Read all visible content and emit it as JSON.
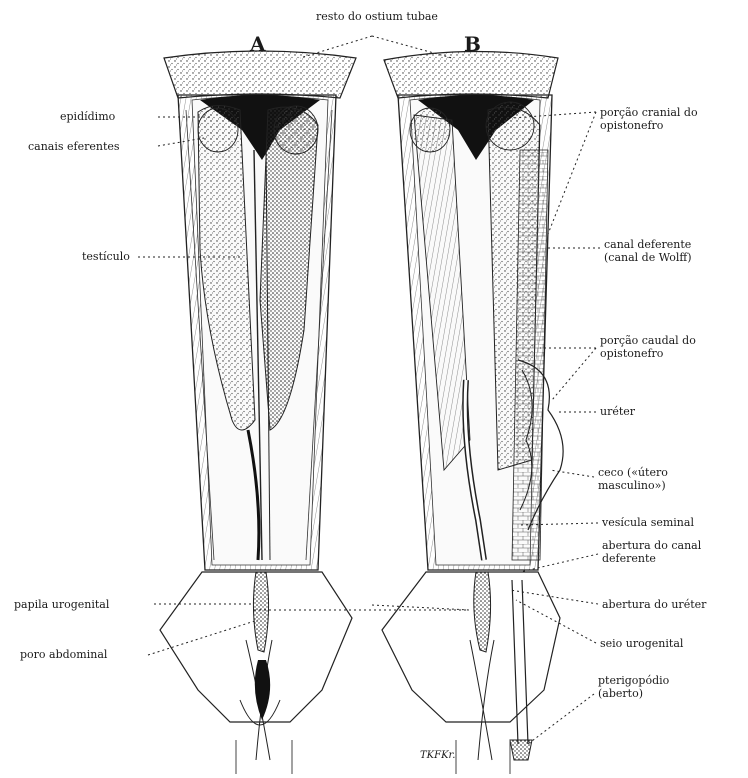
{
  "panels": {
    "a": "A",
    "b": "B"
  },
  "signature": "TKFKr.",
  "labels": {
    "top": "resto do ostium tubae",
    "left": [
      "epidídimo",
      "canais eferentes",
      "testículo",
      "papila urogenital",
      "poro abdominal"
    ],
    "right": [
      [
        "porção cranial do",
        "opistonefro"
      ],
      [
        "canal deferente",
        "(canal de Wolff)"
      ],
      [
        "porção caudal do",
        "opistonefro"
      ],
      [
        "uréter"
      ],
      [
        "ceco («útero",
        "masculino»)"
      ],
      [
        "vesícula seminal"
      ],
      [
        "abertura do canal",
        "deferente"
      ],
      [
        "abertura do uréter"
      ],
      [
        "seio urogenital"
      ],
      [
        "pterigopódio",
        "(aberto)"
      ]
    ]
  }
}
